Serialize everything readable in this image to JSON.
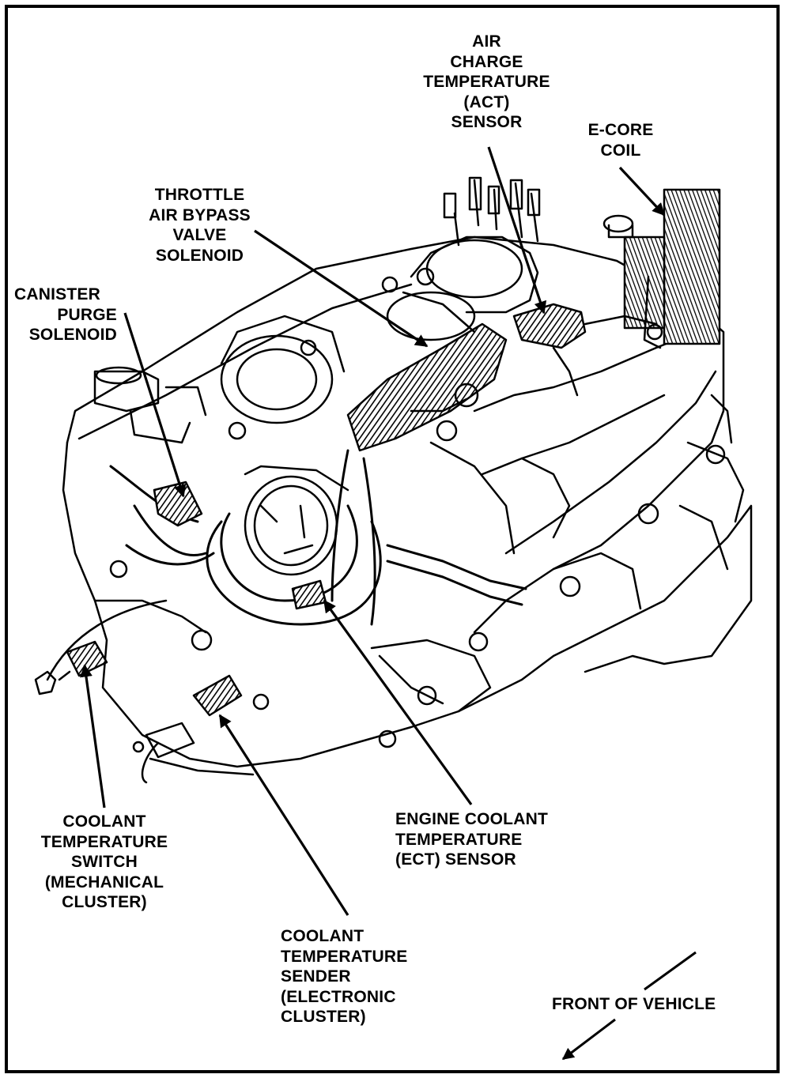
{
  "labels": {
    "act_sensor": [
      "AIR",
      "CHARGE",
      "TEMPERATURE",
      "(ACT)",
      "SENSOR"
    ],
    "ecore_coil": [
      "E-CORE",
      "COIL"
    ],
    "throttle_bypass": [
      "THROTTLE",
      "AIR BYPASS",
      "VALVE",
      "SOLENOID"
    ],
    "canister_purge": [
      "CANISTER",
      "PURGE",
      "SOLENOID"
    ],
    "coolant_switch": [
      "COOLANT",
      "TEMPERATURE",
      "SWITCH",
      "(MECHANICAL",
      "CLUSTER)"
    ],
    "ect_sensor": [
      "ENGINE COOLANT",
      "TEMPERATURE",
      "(ECT) SENSOR"
    ],
    "coolant_sender": [
      "COOLANT",
      "TEMPERATURE",
      "SENDER",
      "(ELECTRONIC",
      "CLUSTER)"
    ],
    "front_of_vehicle": "FRONT OF VEHICLE"
  },
  "colors": {
    "ink": "#000000",
    "paper": "#ffffff"
  }
}
